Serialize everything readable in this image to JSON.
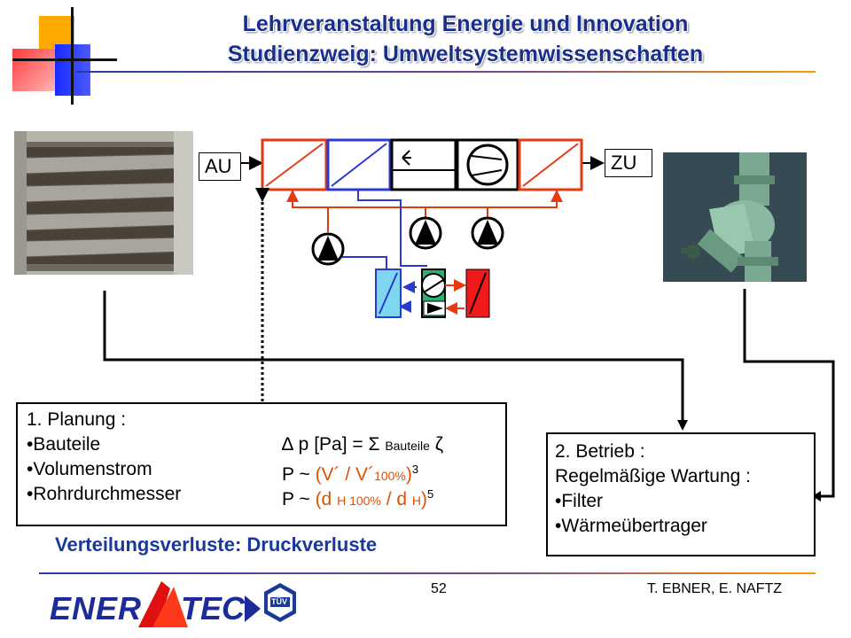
{
  "header": {
    "title_line1": "Lehrveranstaltung Energie und Innovation",
    "title_line2": "Studienzweig: Umweltsystemwissenschaften"
  },
  "diagram": {
    "inlet_label": "AU",
    "outlet_label": "ZU"
  },
  "planning": {
    "heading": "1. Planung :",
    "rows": [
      {
        "bullet": "•Bauteile",
        "formula_prefix": "∆ p [Pa] = Σ ",
        "formula_sub": "Bauteile",
        "formula_suffix": " ζ"
      },
      {
        "bullet": "•Volumenstrom",
        "formula_prefix": "P ~ ",
        "orange_main": "(V´ / V´",
        "orange_sub": "100%",
        "orange_end": ")",
        "sup": "3"
      },
      {
        "bullet": "•Rohrdurchmesser",
        "formula_prefix": "P ~ ",
        "orange_main": "(d ",
        "orange_sub": "H 100%",
        "orange_mid": " / d ",
        "orange_sub2": "H",
        "orange_end": ")",
        "sup": "5"
      }
    ]
  },
  "operation": {
    "heading": "2. Betrieb :",
    "subheading": "Regelmäßige Wartung :",
    "items": [
      "•Filter",
      "•Wärmeübertrager"
    ]
  },
  "caption": "Verteilungsverluste: Druckverluste",
  "footer": {
    "page_number": "52",
    "authors": "T. EBNER, E. NAFTZ",
    "logo_text_left": "ENER",
    "logo_text_right": "TEC",
    "tuv_text": "TÜV"
  },
  "colors": {
    "title_blue": "#1a2f8c",
    "diagram_red": "#e63a10",
    "diagram_blue": "#2a3ad0",
    "caption_blue": "#1a3a9a",
    "formula_orange": "#e05000",
    "logo_blue": "#1c2a9a",
    "logo_red": "#e01010"
  }
}
